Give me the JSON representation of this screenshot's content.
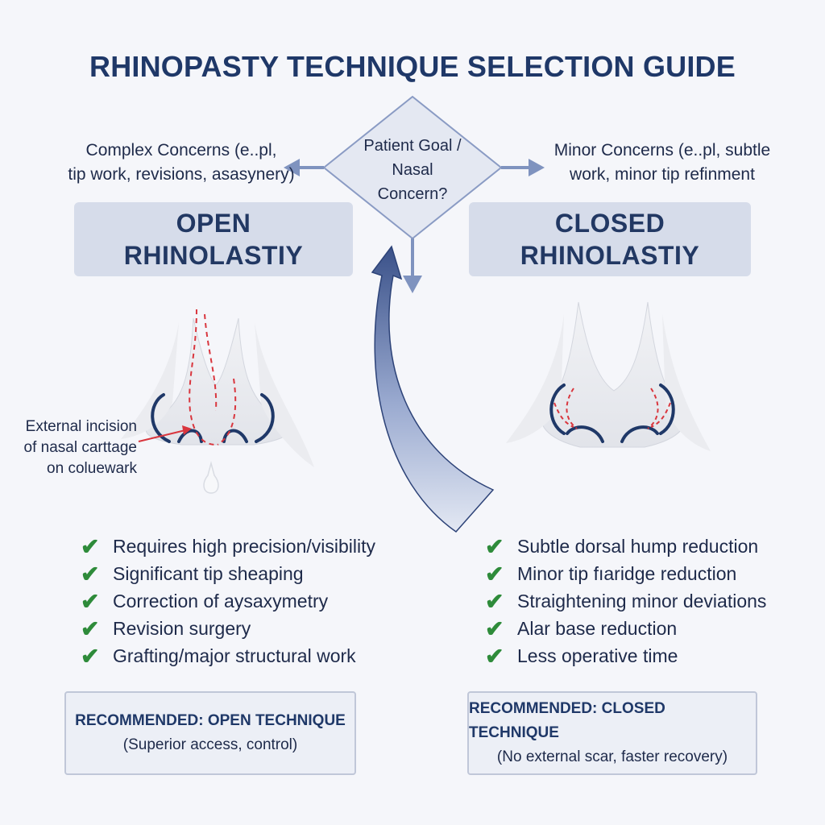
{
  "title": "RHINOPASTY TECHNIQUE SELECTION GUIDE",
  "decision": {
    "lines": [
      "Patient Goal /",
      "Nasal",
      "Concern?"
    ]
  },
  "left_branch": {
    "concern_lines": [
      "Complex Concerns (e..pl,",
      "tip work, revisions, asasynery)"
    ],
    "method_lines": [
      "OPEN",
      "RHINOLASTIY"
    ],
    "incision_label_lines": [
      "External incision",
      "of nasal carttage",
      "on coluewark"
    ],
    "checklist": [
      "Requires high precision/visibility",
      "Significant tip sheaping",
      "Correction of aysaxymetry",
      "Revision surgery",
      "Grafting/major structural work"
    ],
    "recommendation": {
      "title": "RECOMMENDED: OPEN TECHNIQUE",
      "subtitle": "(Superior access, control)"
    }
  },
  "right_branch": {
    "concern_lines": [
      "Minor Concerns (e..pl, subtle",
      "work, minor tip refinment"
    ],
    "method_lines": [
      "CLOSED",
      "RHINOLASTIY"
    ],
    "checklist": [
      "Subtle dorsal hump reduction",
      "Minor tip fıaridge reduction",
      "Straightening minor deviations",
      "Alar base reduction",
      "Less operative time"
    ],
    "recommendation": {
      "title": "RECOMMENDED: CLOSED TECHNIQUE",
      "subtitle": "(No external scar, faster recovery)"
    }
  },
  "icons": {
    "check": "check-icon"
  },
  "colors": {
    "title": "#1f3868",
    "method_box": "#d6dcea",
    "arrow": "#7f93bf",
    "check": "#2e8b3a",
    "incision": "#d9363e",
    "nostril_outline": "#1f3868"
  }
}
